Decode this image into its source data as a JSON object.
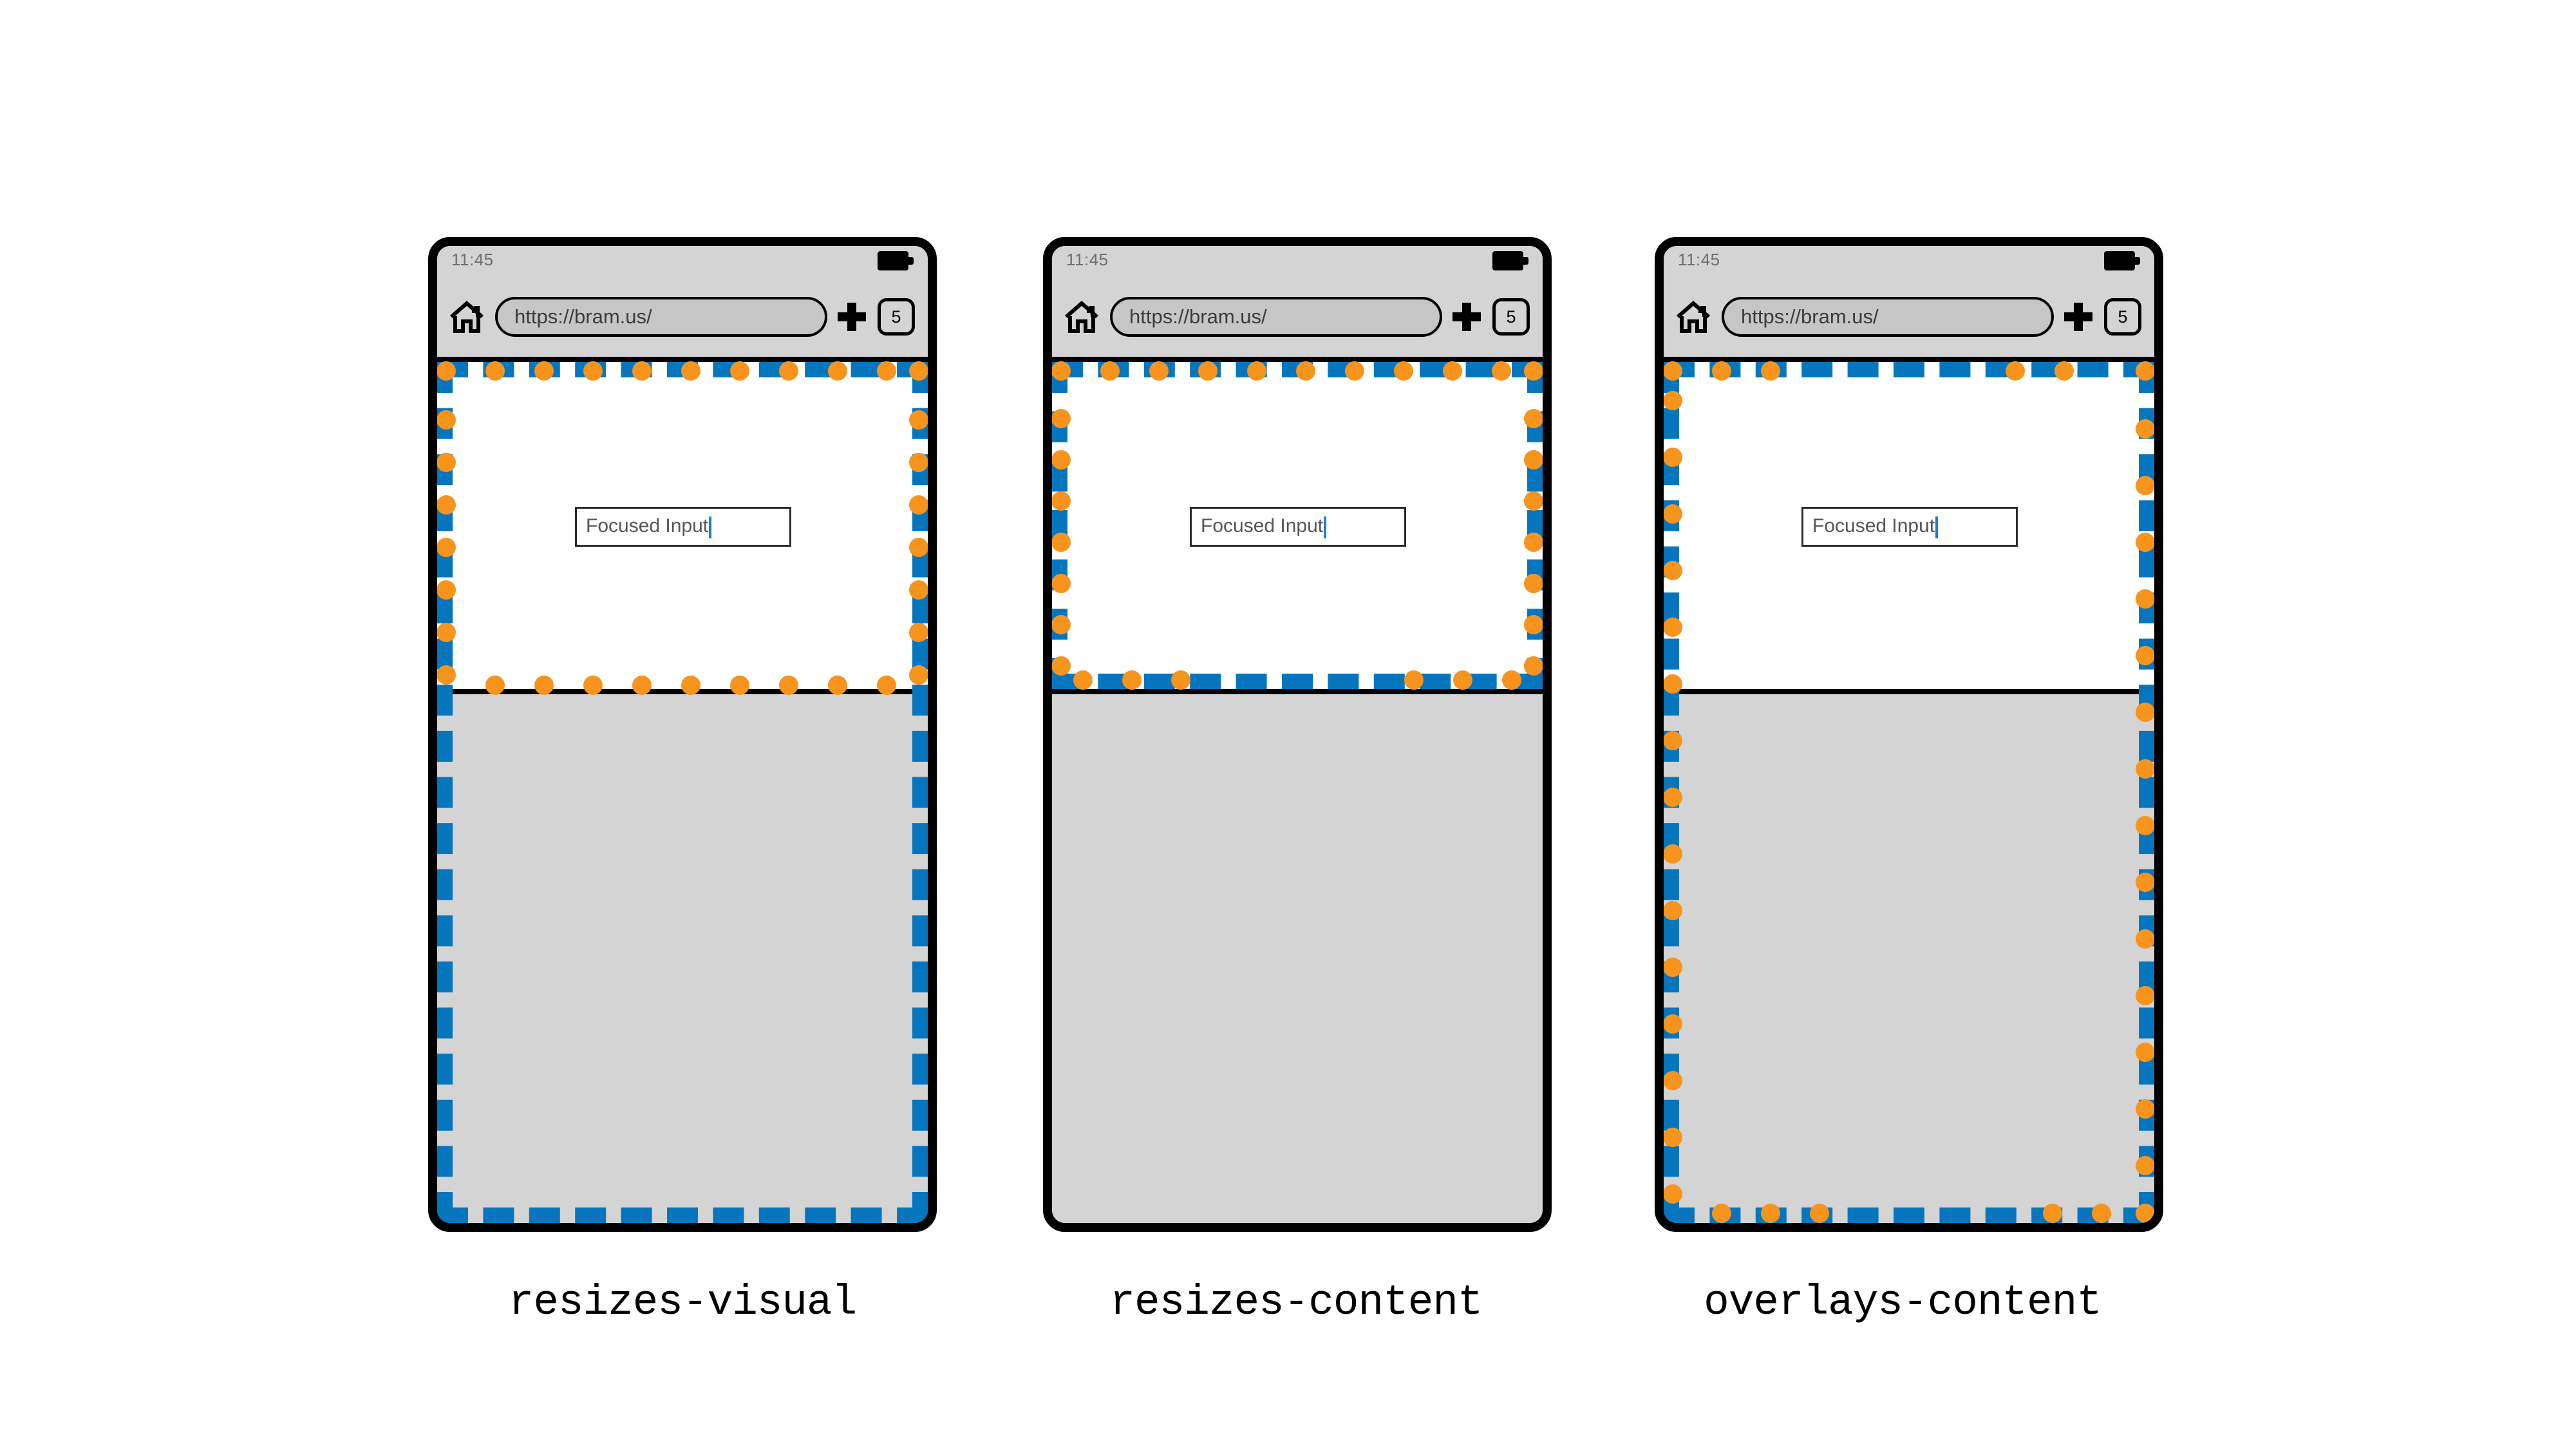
{
  "page": {
    "background": "#ffffff",
    "accent_blue": "#0576bd",
    "accent_orange": "#f7941e",
    "chrome_gray": "#d4d4d4",
    "keyboard_gray": "#d4d4d4"
  },
  "browser": {
    "status_time": "11:45",
    "battery_icon": "battery-full-icon",
    "home_icon": "home-icon",
    "url": "https://bram.us/",
    "new_tab_icon": "plus-icon",
    "tab_count": "5"
  },
  "page_content": {
    "input_value": "Focused Input",
    "input_caret": "|"
  },
  "phones": [
    {
      "id": "resizes-visual",
      "caption": "resizes-visual",
      "description": "Viewport outline spans the full screen height; orange dots mark only the visual viewport above the keyboard."
    },
    {
      "id": "resizes-content",
      "caption": "resizes-content",
      "description": "Viewport outline and orange dots are contained entirely above the keyboard."
    },
    {
      "id": "overlays-content",
      "caption": "overlays-content",
      "description": "Viewport outline and orange dots both span the full screen height, behind the keyboard."
    }
  ]
}
